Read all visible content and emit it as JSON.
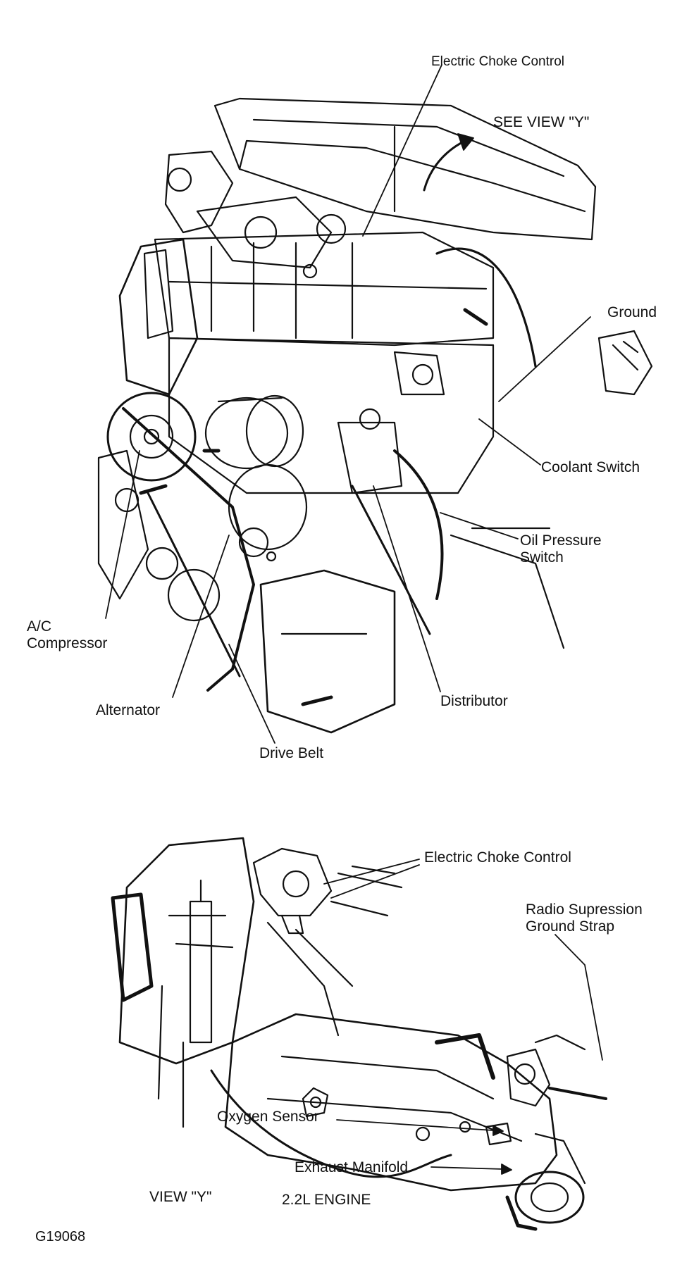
{
  "main_view": {
    "labels": {
      "electric_choke_control": "Electric Choke Control",
      "see_view_y": "SEE VIEW \"Y\"",
      "ground": "Ground",
      "coolant_switch": "Coolant Switch",
      "oil_pressure_switch_line1": "Oil Pressure",
      "oil_pressure_switch_line2": "Switch",
      "ac_compressor_line1": "A/C",
      "ac_compressor_line2": "Compressor",
      "alternator": "Alternator",
      "distributor": "Distributor",
      "drive_belt": "Drive Belt"
    }
  },
  "view_y": {
    "labels": {
      "electric_choke_control": "Electric Choke Control",
      "radio_suppression_line1": "Radio Supression",
      "radio_suppression_line2": "Ground Strap",
      "oxygen_sensor": "Oxygen Sensor",
      "exhaust_manifold": "Exhaust Manifold"
    },
    "caption_view": "VIEW \"Y\"",
    "caption_engine": "2.2L ENGINE"
  },
  "figure_id": "G19068",
  "colors": {
    "ink": "#111111",
    "paper": "#ffffff"
  }
}
